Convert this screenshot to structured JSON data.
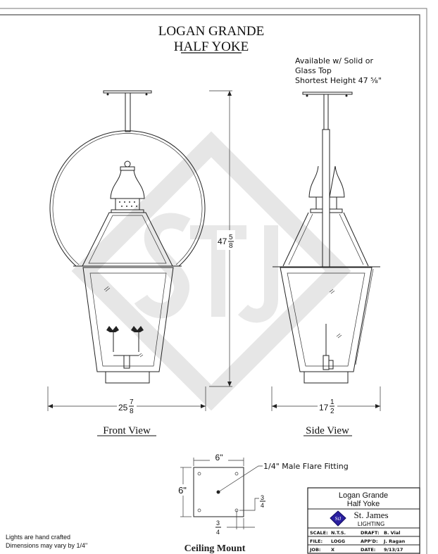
{
  "title": {
    "line1": "LOGAN GRANDE",
    "line2": "HALF YOKE"
  },
  "notes": [
    "Available w/ Solid or",
    "Glass Top",
    "Shortest Height 47 ⅝\""
  ],
  "front_view": {
    "label": "Front View",
    "height_whole": "47",
    "height_num": "5",
    "height_den": "8",
    "width_whole": "25",
    "width_num": "7",
    "width_den": "8"
  },
  "side_view": {
    "label": "Side View",
    "width_whole": "17",
    "width_num": "1",
    "width_den": "2"
  },
  "watermark": {
    "text": "StJ"
  },
  "ceiling_mount": {
    "label": "Ceiling Mount",
    "width": "6\"",
    "height": "6\"",
    "fitting": "1/4\" Male Flare Fitting",
    "offset_num": "3",
    "offset_den": "4"
  },
  "disclaimer": [
    "Lights are hand crafted",
    "Dimensions may vary by 1/4\""
  ],
  "title_block": {
    "name1": "Logan Grande",
    "name2": "Half Yoke",
    "company": "St. James",
    "company_sub": "LIGHTING",
    "logo_text": "StJ",
    "scale_label": "SCALE:",
    "scale": "N.T.S.",
    "draft_label": "DRAFT:",
    "draft": "B. Vial",
    "file_label": "FILE:",
    "file": "LOGG",
    "appd_label": "APP'D:",
    "appd": "J. Ragan",
    "job_label": "JOB:",
    "job": "X",
    "date_label": "DATE:",
    "date": "9/13/17"
  },
  "colors": {
    "line": "#222222",
    "watermark": "#e4e4e4",
    "logo": "#2a1fa0"
  }
}
